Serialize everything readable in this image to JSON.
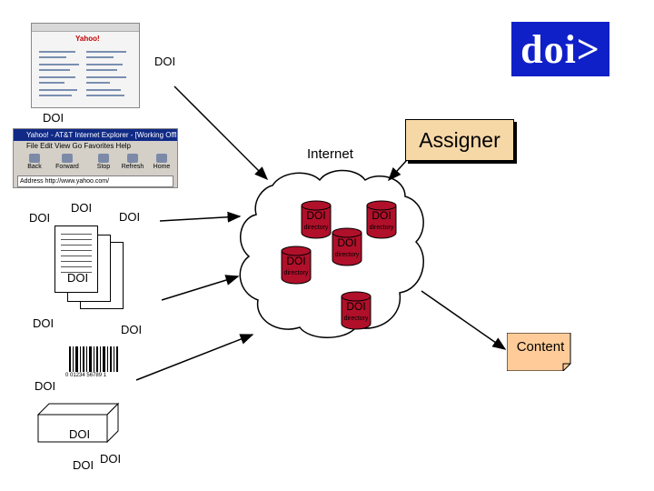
{
  "logo": {
    "text": "doi>",
    "color": "#1020c8"
  },
  "assigner": {
    "label": "Assigner",
    "fill": "#f6d7a6"
  },
  "internet": {
    "label": "Internet"
  },
  "content": {
    "label": "Content",
    "fill": "#ffcc99"
  },
  "browser": {
    "title": "Yahoo! - AT&T Internet Explorer - [Working Offline]",
    "menu": "File  Edit  View  Go  Favorites  Help",
    "buttons": [
      "Back",
      "Forward",
      "Stop",
      "Refresh",
      "Home"
    ],
    "address_label": "Address",
    "address_value": "http://www.yahoo.com/"
  },
  "barcode_digits": "0 01234 56789 1",
  "labels": {
    "browser_thumb": "DOI",
    "browser_window": "DOI",
    "doc_a": "DOI",
    "doc_b": "DOI",
    "doc_c": "DOI",
    "doc_front": "DOI",
    "doc_bottom_left": "DOI",
    "doc_bottom_right": "DOI",
    "barcode": "DOI",
    "box": "DOI",
    "box_a": "DOI",
    "box_b": "DOI"
  },
  "directories": [
    {
      "doi": "DOI",
      "sub": "directory"
    },
    {
      "doi": "DOI",
      "sub": "directory"
    },
    {
      "doi": "DOI",
      "sub": "directory"
    },
    {
      "doi": "DOI",
      "sub": "directory"
    },
    {
      "doi": "DOI",
      "sub": "directory"
    }
  ],
  "colors": {
    "cylinder": "#b0102a",
    "cloud": "#ffffff"
  }
}
